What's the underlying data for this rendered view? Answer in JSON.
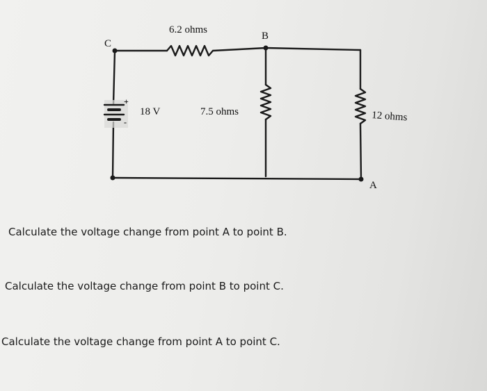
{
  "circuit": {
    "nodes": {
      "a": "A",
      "b": "B",
      "c": "C"
    },
    "battery": {
      "voltage": "18 V",
      "plus": "+",
      "minus": "-"
    },
    "resistors": {
      "top": "6.2 ohms",
      "middle": "7.5 ohms",
      "right": "12 ohms"
    }
  },
  "questions": [
    "Calculate the voltage change from point A to point B.",
    "Calculate the voltage change from point B to point C.",
    "Calculate the voltage change from point A to point C."
  ],
  "colors": {
    "wire": "#1a1a1a",
    "background": "#efefed"
  }
}
